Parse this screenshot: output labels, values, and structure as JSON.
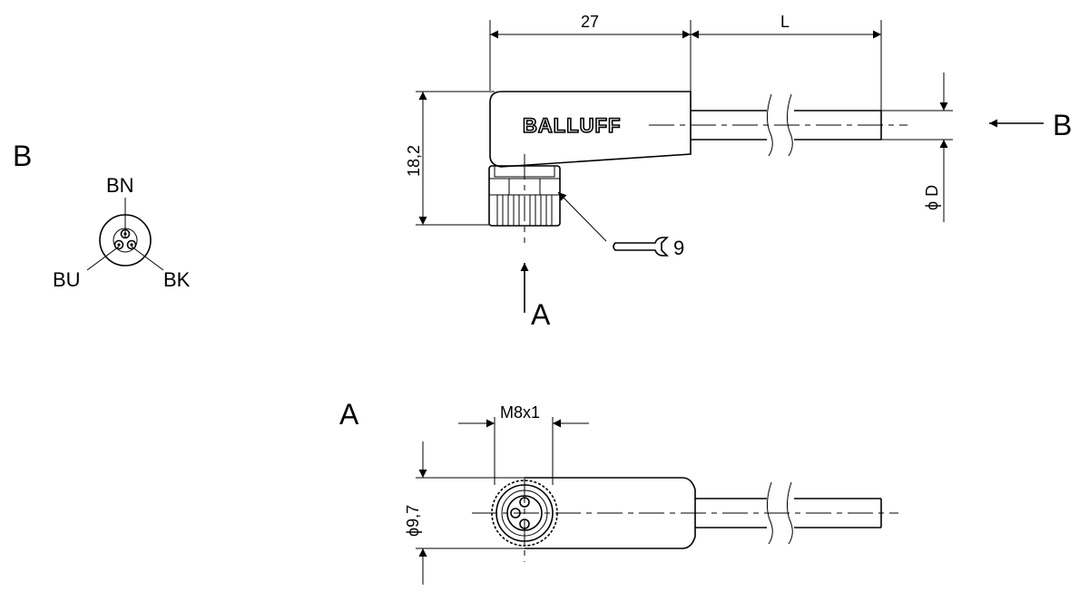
{
  "labels": {
    "view_b_title": "B",
    "view_a_title": "A",
    "pin_bn": "BN",
    "pin_bu": "BU",
    "pin_bk": "BK",
    "brand": "BALLUFF",
    "arrow_a": "A",
    "arrow_b": "B",
    "wrench_size": "9"
  },
  "dimensions": {
    "head_length": "27",
    "cable_length": "L",
    "height": "18,2",
    "cable_diameter": "D",
    "thread": "M8x1",
    "nut_diameter": "9,7"
  },
  "symbols": {
    "diameter": "ϕ"
  }
}
